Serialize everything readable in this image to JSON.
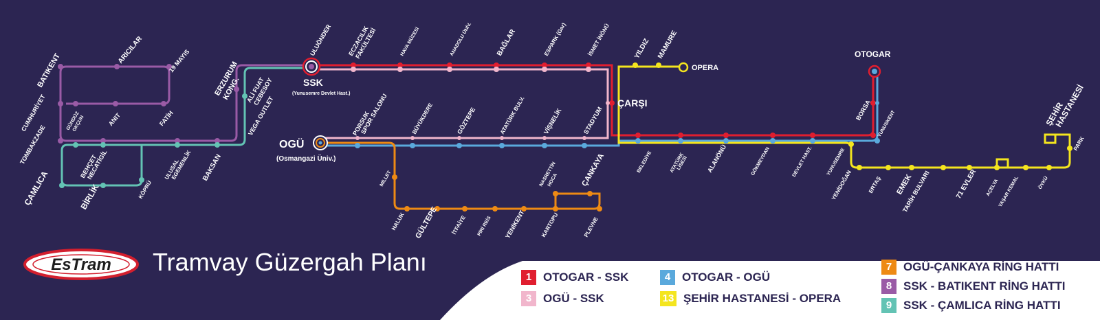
{
  "title": "Tramvay Güzergah Planı",
  "logo": {
    "text": "EsTram"
  },
  "colors": {
    "background": "#2c2552",
    "line1": "#e01e2f",
    "line3": "#f1b6cc",
    "line4": "#5aa9dc",
    "line13": "#f4e51e",
    "line7": "#ee8a14",
    "line8": "#9a5ba6",
    "line9": "#63c3b4"
  },
  "legend": [
    {
      "number": "1",
      "label": "OTOGAR - SSK",
      "color": "#e01e2f"
    },
    {
      "number": "3",
      "label": "OGÜ - SSK",
      "color": "#f1b6cc"
    },
    {
      "number": "4",
      "label": "OTOGAR - OGÜ",
      "color": "#5aa9dc"
    },
    {
      "number": "13",
      "label": "ŞEHİR HASTANESİ - OPERA",
      "color": "#f4e51e"
    },
    {
      "number": "7",
      "label": "OGÜ-ÇANKAYA RİNG HATTI",
      "color": "#ee8a14"
    },
    {
      "number": "8",
      "label": "SSK - BATIKENT RİNG HATTI",
      "color": "#9a5ba6"
    },
    {
      "number": "9",
      "label": "SSK - ÇAMLICA RİNG HATTI",
      "color": "#63c3b4"
    }
  ],
  "stations": {
    "ssk": "SSK",
    "ssk_sub": "(Yunusemre Devlet Hast.)",
    "ogu": "OGÜ",
    "ogu_sub": "(Osmangazi Üniv.)",
    "otogar": "OTOGAR",
    "opera": "OPERA",
    "carsi": "ÇARŞI",
    "sehir_hastanesi": [
      "ŞEHİR",
      "HASTANESİ"
    ],
    "uluonder": "ULUÖNDER",
    "eczacilik": [
      "ECZACILIK",
      "FAKÜLTESİ"
    ],
    "hava_muzesi": "HAVA MÜZESİ",
    "anadolu": "ANADOLU ÜNİV.",
    "baglar": "BAĞLAR",
    "espark": "ESPARK (Gar)",
    "ismet_inonu": "İSMET İNÖNÜ",
    "yildiz": "YILDIZ",
    "mamure": "MAMURE",
    "batikent": "BATIKENT",
    "aricilar": "ARICILAR",
    "ondokuz_mayis": "19 MAYIS",
    "cumhuriyet": "CUMHURİYET",
    "gunduz_okcun": [
      "GÜNDÜZ",
      "OKÇUN"
    ],
    "anit": "ANIT",
    "fatih": "FATİH",
    "tombakzade": "TOMBAKZADE",
    "erzurum_kong": [
      "ERZURUM",
      "KONG."
    ],
    "ali_fuat": [
      "ALİ FUAT",
      "CEBESOY"
    ],
    "vega_outlet": "VEGA OUTLET",
    "camlica": "ÇAMLICA",
    "behcet": [
      "BEHÇET",
      "NECATİGİL"
    ],
    "birlik": "BİRLİK",
    "kopru": "KÖPRÜ",
    "ulusal": [
      "ULUSAL",
      "EGEMENLİK"
    ],
    "baksan": "BAKSAN",
    "porsuk": "PORSUK",
    "spor_salonu": "SPOR SALONU",
    "buyukdere": "BÜYÜKDERE",
    "goztepe": "GÖZTEPE",
    "ataturk_bulv": "ATATÜRK BULV.",
    "visnelik": "VİŞNELİK",
    "stadyum": "STADYUM",
    "millet": "MİLLET",
    "haluk": "HALUK",
    "gultepe": "GÜLTEPE",
    "itfaiye": "İTFAİYE",
    "piri_reis": "PİRİ REİS",
    "yenikent": "YENİKENT",
    "nasrettin": [
      "NASRETTİN",
      "HOCA"
    ],
    "cankaya": "ÇANKAYA",
    "kartopu": "KARTOPU",
    "plevne": "PLEVNE",
    "belediye": "BELEDİYE",
    "ataturk_lisesi": [
      "ATATÜRK",
      "LİSESİ"
    ],
    "alanonu": "ALANÖNÜ",
    "gokmeydan": "GÖKMEYDAN",
    "devlet_hast": "DEVLET HAST.",
    "borsa": "BORSA",
    "yunuskent": "YUNUSKENT",
    "yunusemre": "YUNUSEMRE",
    "yenidogan": "YENİDOĞAN",
    "ertas": "ERTAŞ",
    "emek": "EMEK",
    "tarih_bulvari": "TARİH BULVARI",
    "yetmisbir_evler": "71 EVLER",
    "acelya": "AÇELYA",
    "yasar_kemal": "YAŞAR KEMAL",
    "oyku": "ÖYKÜ",
    "park": "PARK"
  }
}
